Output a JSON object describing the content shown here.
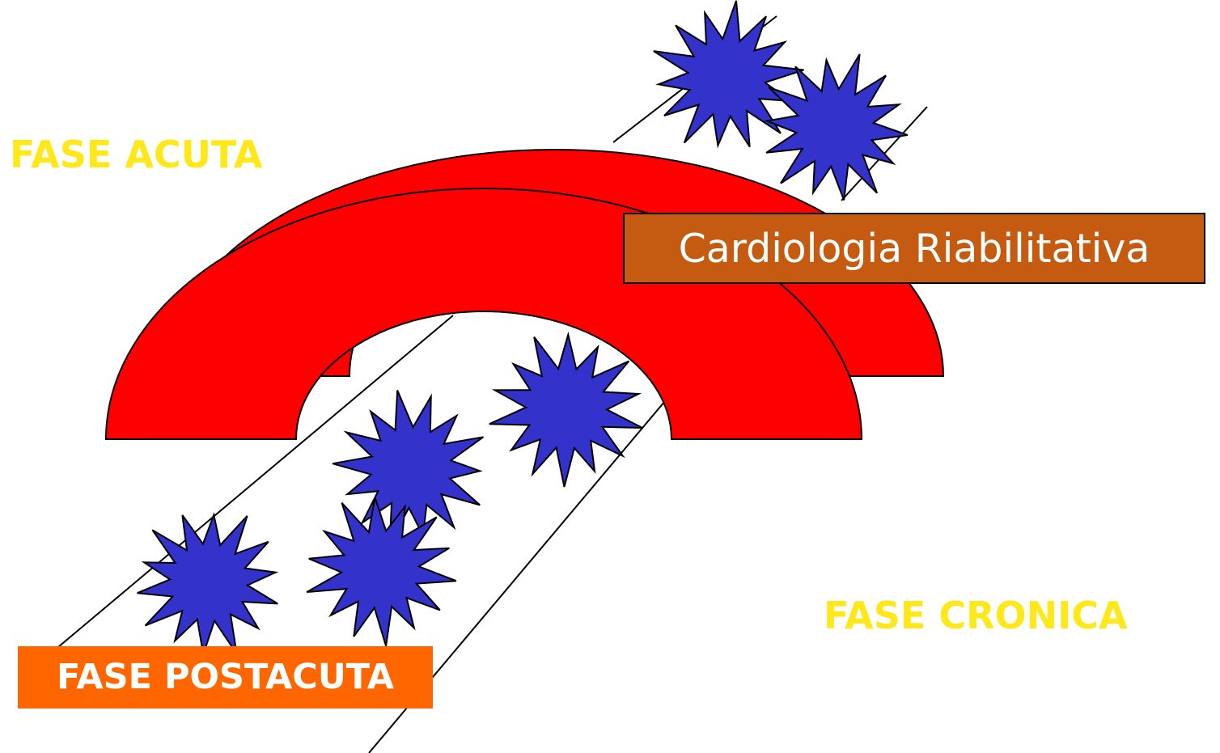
{
  "labels": {
    "acute": "FASE ACUTA",
    "post_acute": "FASE POSTACUTA",
    "chronic": "FASE CRONICA",
    "rehab": "Cardiologia Riabilitativa"
  },
  "colors": {
    "phase_label": "#ffe81a",
    "post_acute_box": "#ff6600",
    "rehab_box": "#c55a11",
    "arch": "#ff0000",
    "star": "#3333cc"
  }
}
